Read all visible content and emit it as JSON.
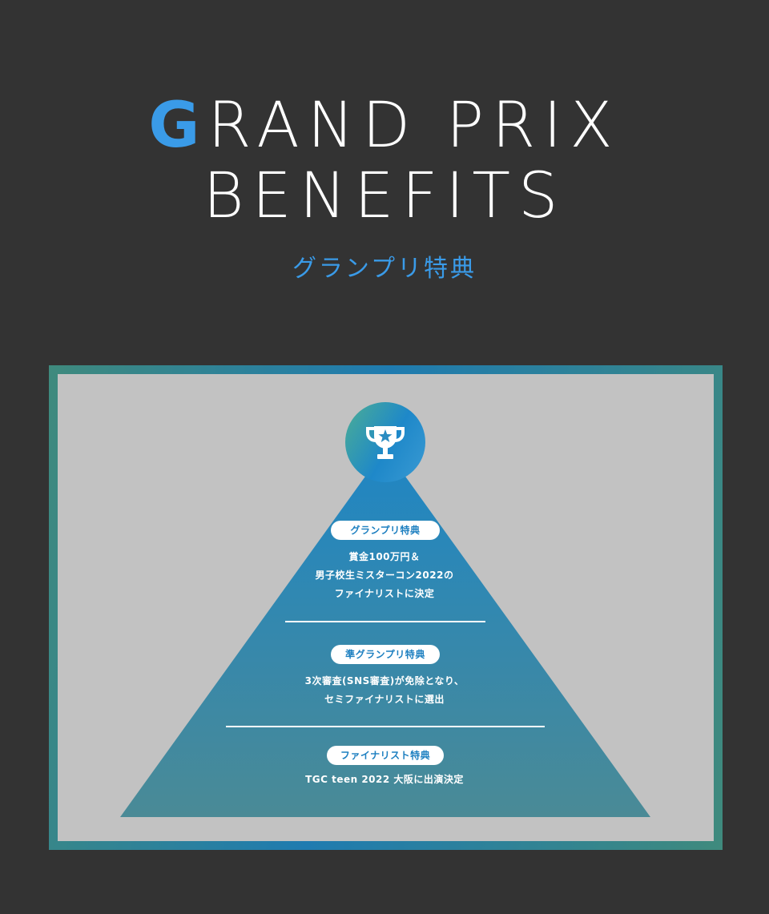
{
  "header": {
    "title_accent": "G",
    "title_line1_rest": "RAND PRIX",
    "title_line2": "BENEFITS",
    "subtitle": "グランプリ特典"
  },
  "colors": {
    "background": "#333333",
    "accent_blue": "#3a9be8",
    "panel": "#c2c2c2",
    "pyramid_top": "#1f86c4",
    "pyramid_bottom": "#4a8a96",
    "frame": "#3f8a7d"
  },
  "icons": {
    "top": "trophy-star-icon"
  },
  "tiers": [
    {
      "badge": "グランプリ特典",
      "lines": [
        "賞金100万円＆",
        "男子校生ミスターコン2022の",
        "ファイナリストに決定"
      ]
    },
    {
      "badge": "準グランプリ特典",
      "lines": [
        "3次審査(SNS審査)が免除となり、",
        "セミファイナリストに選出"
      ]
    },
    {
      "badge": "ファイナリスト特典",
      "lines": [
        "TGC teen 2022 大阪に出演決定"
      ]
    }
  ]
}
